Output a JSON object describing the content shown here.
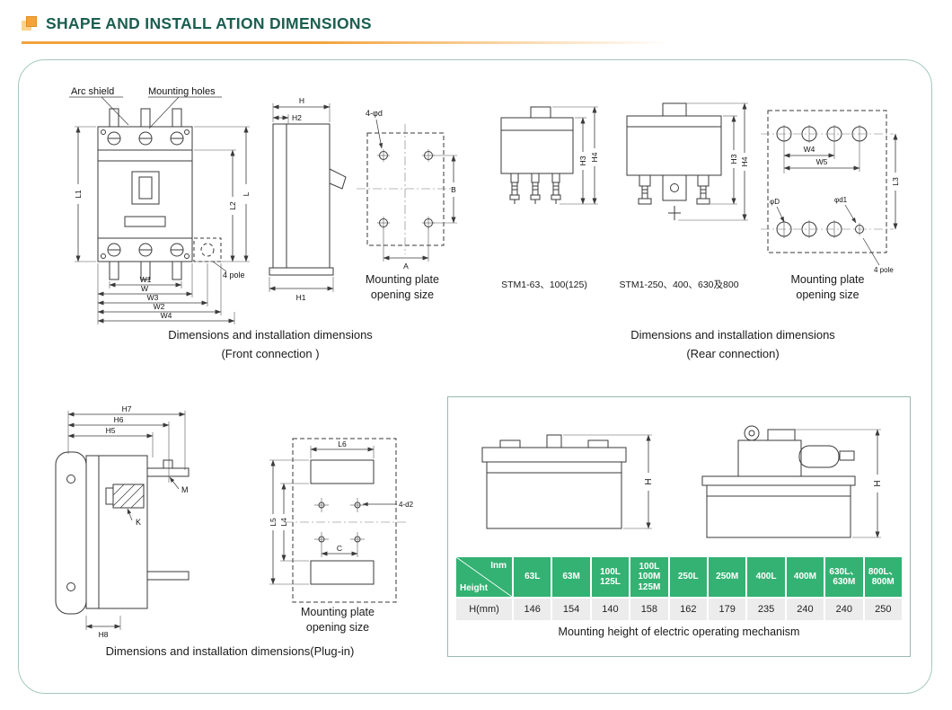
{
  "page": {
    "title": "SHAPE AND INSTALL ATION DIMENSIONS"
  },
  "colors": {
    "accent_orange": "#F2A33C",
    "title_green": "#1B5E50",
    "table_header_green": "#34B273",
    "table_row_gray": "#ECECEC",
    "panel_border": "#A5C8C0",
    "drawing_line": "#3A3A3A"
  },
  "front": {
    "arc_shield": "Arc shield",
    "mounting_holes": "Mounting holes",
    "four_pole": "4 pole",
    "dims": {
      "L1": "L1",
      "L2": "L2",
      "L": "L",
      "W1": "W1",
      "W": "W",
      "W3": "W3",
      "W2": "W2",
      "W4": "W4",
      "H": "H",
      "H2": "H2",
      "H1": "H1",
      "holes": "4-φd",
      "A": "A",
      "B": "B"
    },
    "plate_caption": "Mounting plate\nopening size",
    "caption_line1": "Dimensions and installation dimensions",
    "caption_line2": "(Front connection )"
  },
  "rear": {
    "model_small": "STM1-63、100(125)",
    "model_large": "STM1-250、400、630及800",
    "dims": {
      "H3": "H3",
      "H4": "H4",
      "W4": "W4",
      "W5": "W5",
      "L3": "L3",
      "phiD": "φD",
      "phid1": "φd1",
      "four_pole": "4 pole"
    },
    "plate_caption": "Mounting plate\nopening size",
    "caption_line1": "Dimensions and installation dimensions",
    "caption_line2": "(Rear connection)"
  },
  "plug": {
    "dims": {
      "H7": "H7",
      "H6": "H6",
      "H5": "H5",
      "M": "M",
      "K": "K",
      "H8": "H8",
      "L6": "L6",
      "L5": "L5",
      "L4": "L4",
      "C": "C",
      "d2": "4-d2"
    },
    "plate_caption": "Mounting plate\nopening size",
    "caption": "Dimensions and installation dimensions(Plug-in)"
  },
  "mechanism": {
    "h_label": "H",
    "table": {
      "corner_top": "Inm",
      "corner_bottom": "Height",
      "columns": [
        "63L",
        "63M",
        "100L\n125L",
        "100L\n100M\n125M",
        "250L",
        "250M",
        "400L",
        "400M",
        "630L、\n630M",
        "800L、\n800M"
      ],
      "row_label": "H(mm)",
      "values": [
        "146",
        "154",
        "140",
        "158",
        "162",
        "179",
        "235",
        "240",
        "240",
        "250"
      ]
    },
    "caption": "Mounting height of electric operating mechanism"
  }
}
